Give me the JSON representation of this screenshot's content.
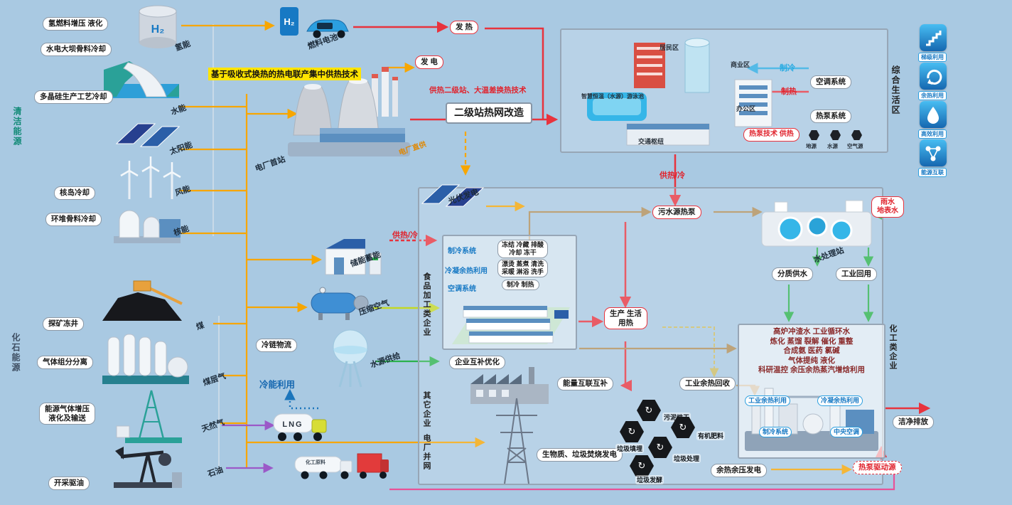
{
  "colors": {
    "background": "#a9c9e2",
    "red": "#e8333d",
    "orange": "#f7a600",
    "green": "#2bb24c",
    "blue": "#29abe2",
    "deep_blue": "#1b75bb",
    "purple": "#9b59c8",
    "magenta": "#e85298",
    "brown": "#b08d57",
    "yellow_green": "#c3d825",
    "highlight_yellow": "#ffe400"
  },
  "clean": {
    "section": "清洁能源",
    "hydrogen_callout": "氢燃料增压  液化",
    "dam_callout": "水电大坝骨料冷却",
    "polysilicon_callout": "多晶硅生产工艺冷却",
    "nuclear_island_callout": "核岛冷却",
    "reactor_callout": "环堆骨料冷却",
    "hydrogen": "氢能",
    "hydro": "水能",
    "solar": "太阳能",
    "wind": "风能",
    "nuclear": "核能"
  },
  "fossil": {
    "section": "化石能源",
    "freeze_callout": "探矿冻井",
    "separation_callout": "气体组分分离",
    "compress_callout_1": "能源气体增压",
    "compress_callout_2": "液化及输送",
    "oil_callout": "开采驱油",
    "coal": "煤",
    "cbm": "煤层气",
    "gas": "天然气",
    "oil": "石油"
  },
  "top": {
    "fuel_cell": "燃料电池",
    "h2": "H₂",
    "heat": "发 热",
    "power": "发 电",
    "chp": "基于吸收式换热的热电联产集中供热技术",
    "secondary": "供热二级站、大温差换热技术",
    "renovation": "二级站热网改造",
    "first_station": "电厂首站",
    "direct": "电厂直供"
  },
  "living": {
    "section": "综合生活区",
    "residential": "居民区",
    "commercial": "商业区",
    "office": "办公区",
    "hub": "交通枢纽",
    "pool": "智慧恒温（水源）游泳池",
    "cooling": "制冷",
    "heating": "制热",
    "ac": "空调系统",
    "hp": "热泵系统",
    "hp_tech": "热泵技术 供热",
    "ground": "地源",
    "water": "水源",
    "air": "空气源"
  },
  "util": [
    {
      "label": "梯级利用"
    },
    {
      "label": "余热利用"
    },
    {
      "label": "高效利用"
    },
    {
      "label": "能源互联"
    }
  ],
  "mid": {
    "pv": "光伏发电",
    "storage": "储能蓄能",
    "supply": "供热/冷",
    "air": "压缩空气",
    "water": "水源供给",
    "cold_chain": "冷链物流",
    "cold_use": "冷能利用",
    "lng": "LNG",
    "chem_truck": "化工原料"
  },
  "park": {
    "sewage": "污水源热泵",
    "rain_1": "雨水",
    "rain_2": "地表水",
    "wtp": "水处理站",
    "quality": "分质供水",
    "reuse": "工业回用",
    "supply": "供热/冷",
    "food_section": "食品加工类企业",
    "heat_use_1": "生产 生活",
    "heat_use_2": "用热",
    "mutual": "企业互补优化",
    "interlink": "能量互联互补",
    "recovery": "工业余热回收",
    "others_section": "其它企业",
    "grid_section": "电厂并网",
    "biomass": "生物质、垃圾焚烧发电",
    "whp": "余热余压发电",
    "hp_source": "热泵驱动源"
  },
  "food": {
    "sys1": "制冷系统",
    "sys1_a": "冻结 冷藏 排酸",
    "sys1_b": "冷却 冻干",
    "sys2": "冷凝余热利用",
    "sys2_a": "漂烫 蒸煮 清洗",
    "sys2_b": "采暖 淋浴 洗手",
    "sys3": "空调系统",
    "sys3_a": "制冷 制热"
  },
  "waste": [
    {
      "label": "污泥烘干"
    },
    {
      "label": "有机肥料"
    },
    {
      "label": "垃圾填埋"
    },
    {
      "label": "垃圾处理"
    },
    {
      "label": "垃圾发酵"
    }
  ],
  "chem": {
    "section": "化工类企业",
    "line1": "高炉冲渣水 工业循环水",
    "line2": "炼化 蒸馏 裂解 催化 重整",
    "line3": "合成氨 医药 氯碱",
    "line4": "气体提纯 液化",
    "line5": "科研温控 余压余热蒸汽增焓利用",
    "ind_heat": "工业余热利用",
    "cond_heat": "冷凝余热利用",
    "cooling": "制冷系统",
    "central_ac": "中央空调",
    "discharge": "洁净排放"
  }
}
